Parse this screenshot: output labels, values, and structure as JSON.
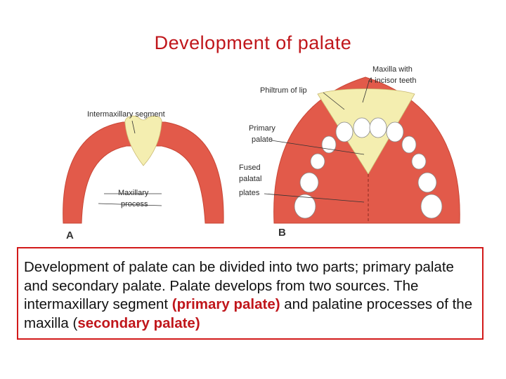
{
  "title": "Development of palate",
  "figure": {
    "panel_a": {
      "letter": "A",
      "labels": {
        "intermaxillary_segment": "Intermaxillary segment",
        "maxillary_process_1": "Maxillary",
        "maxillary_process_2": "process"
      }
    },
    "panel_b": {
      "letter": "B",
      "labels": {
        "maxilla_1": "Maxilla with",
        "maxilla_2": "4 incisor teeth",
        "philtrum": "Philtrum of lip",
        "primary_palate_1": "Primary",
        "primary_palate_2": "palate",
        "fused_1": "Fused",
        "fused_2": "palatal",
        "fused_3": "plates"
      }
    },
    "colors": {
      "maxillary_red": "#e25a4a",
      "palate_yellow": "#f4eeb0",
      "tooth_white": "#ffffff",
      "caption_border": "#d21a1a",
      "title_red": "#c0161b"
    }
  },
  "caption": {
    "part1": "Development of palate can be divided into two parts; primary palate and secondary palate. Palate develops from two sources. The intermaxillary segment ",
    "highlight1": "(primary palate)",
    "part2": " and palatine processes of the maxilla (",
    "highlight2": "secondary palate)"
  }
}
